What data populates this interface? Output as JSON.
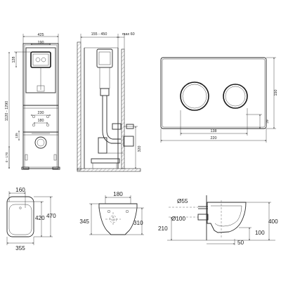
{
  "frame_view": {
    "dims": {
      "total_width": "425",
      "panel_width": "190",
      "top_offset": "128",
      "height_range": "1120 - 1290",
      "spacing_230": "230",
      "spacing_180": "180",
      "side_135": "135",
      "bottom_range": "0 - 170"
    }
  },
  "side_view": {
    "dims": {
      "depth_range": "155 - 450",
      "max_depth": "max 60",
      "bottom_320": "320"
    }
  },
  "flush_plate": {
    "dims": {
      "height": "150",
      "button_spacing": "138",
      "plate_width": "220",
      "margin_29": "29"
    }
  },
  "bowl_top": {
    "dims": {
      "width_top": "160",
      "inner_length": "420",
      "length": "470",
      "width": "355"
    }
  },
  "bowl_rear": {
    "dims": {
      "top_width": "180",
      "height_345": "345",
      "height_310": "310"
    }
  },
  "bowl_side": {
    "dims": {
      "diam_55": "Ø55",
      "diam_100": "Ø100",
      "height_210": "210",
      "height_400": "400",
      "offset_100": "100",
      "offset_50": "50"
    }
  },
  "colors": {
    "line": "#2a2a2a",
    "background": "#ffffff"
  }
}
